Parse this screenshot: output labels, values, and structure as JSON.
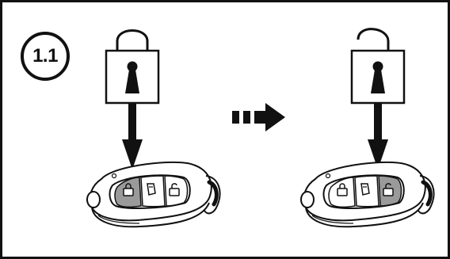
{
  "step": {
    "label": "1.1"
  },
  "colors": {
    "stroke": "#111111",
    "background": "#ffffff",
    "highlight": "#9a9a9a",
    "button_light": "#d8d8d8"
  },
  "icons": {
    "locked": "padlock-closed-icon",
    "unlocked": "padlock-open-icon",
    "transition": "dashed-arrow-right-icon",
    "pointer": "arrow-down-icon",
    "key": "key-fob-icon"
  },
  "scenes": [
    {
      "state": "locked",
      "pressed_button_index": 0
    },
    {
      "state": "unlocked",
      "pressed_button_index": 2
    }
  ]
}
